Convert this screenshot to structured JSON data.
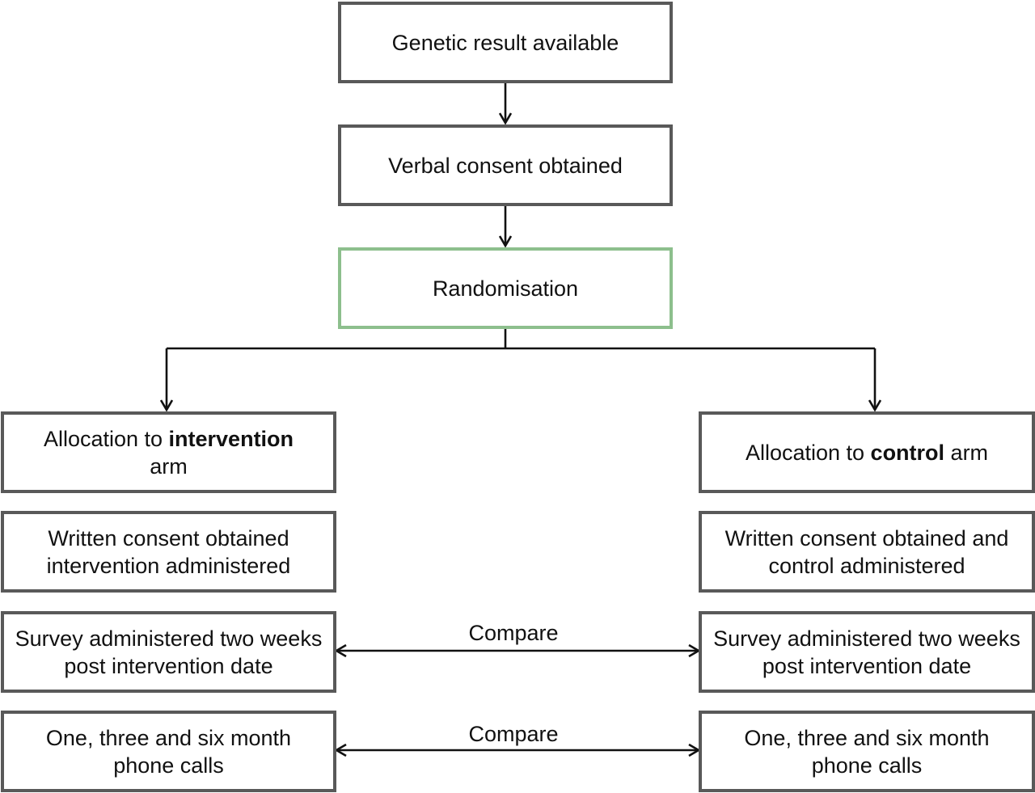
{
  "top": {
    "genetic_result": "Genetic result available",
    "verbal_consent": "Verbal consent obtained",
    "randomisation": "Randomisation"
  },
  "intervention": {
    "allocation_pre": "Allocation to ",
    "allocation_bold": "intervention",
    "allocation_post": " arm",
    "written_consent": "Written consent obtained intervention administered",
    "survey": "Survey administered two weeks post intervention date",
    "phone_calls": "One, three and six month phone calls"
  },
  "control": {
    "allocation_pre": "Allocation to ",
    "allocation_bold": "control",
    "allocation_post": " arm",
    "written_consent": "Written consent obtained and control administered",
    "survey": "Survey administered two weeks post intervention date",
    "phone_calls": "One, three and six month phone calls"
  },
  "compare_labels": [
    "Compare",
    "Compare"
  ],
  "colors": {
    "box_border": "#595959",
    "randomisation_border": "#8dbf8d",
    "line": "#111111"
  }
}
